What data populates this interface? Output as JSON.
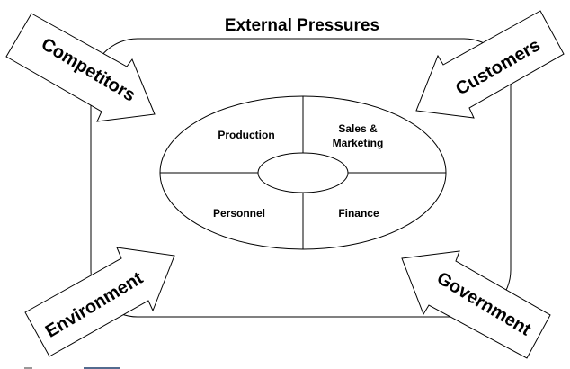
{
  "title": "External Pressures",
  "quadrants": {
    "top_left": "Production",
    "top_right_line1": "Sales &",
    "top_right_line2": "Marketing",
    "bottom_left": "Personnel",
    "bottom_right": "Finance"
  },
  "pressures": {
    "top_left": "Competitors",
    "top_right": "Customers",
    "bottom_left": "Environment",
    "bottom_right": "Government"
  }
}
